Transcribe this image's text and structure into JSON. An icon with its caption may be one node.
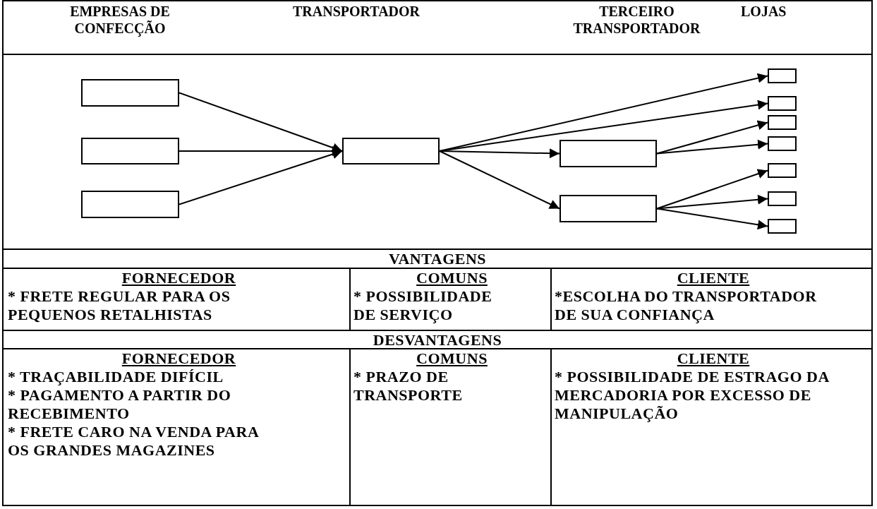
{
  "diagram": {
    "nodes": [
      {
        "text": [],
        "shape": "box"
      },
      {
        "text": [],
        "shape": "box"
      },
      {
        "text": [],
        "shape": "box"
      },
      {
        "text": [],
        "shape": "box"
      },
      {
        "text": [],
        "shape": "box"
      },
      {
        "text": [],
        "shape": "box"
      },
      {
        "text": [],
        "shape": "box"
      },
      {
        "text": [],
        "shape": "box"
      },
      {
        "text": [],
        "shape": "box"
      },
      {
        "text": [],
        "shape": "box"
      },
      {
        "text": [],
        "shape": "box"
      },
      {
        "text": [],
        "shape": "box"
      },
      {
        "text": [],
        "shape": "box"
      }
    ],
    "edges": [
      {
        "from": 0,
        "to": 3,
        "arrow": "to"
      },
      {
        "from": 1,
        "to": 3,
        "arrow": "to"
      },
      {
        "from": 2,
        "to": 3,
        "arrow": "to"
      },
      {
        "from": 3,
        "to": 6,
        "arrow": "to"
      },
      {
        "from": 3,
        "to": 7,
        "arrow": "to"
      },
      {
        "from": 3,
        "to": 4,
        "arrow": "to"
      },
      {
        "from": 3,
        "to": 5,
        "arrow": "to"
      },
      {
        "from": 4,
        "to": 8,
        "arrow": "to"
      },
      {
        "from": 4,
        "to": 9,
        "arrow": "to"
      },
      {
        "from": 5,
        "to": 10,
        "arrow": "to"
      },
      {
        "from": 5,
        "to": 11,
        "arrow": "to"
      },
      {
        "from": 5,
        "to": 12,
        "arrow": "to"
      }
    ],
    "labels": [
      "EMPRESAS DE CONFECÇÃO",
      "TRANSPORTADOR",
      "TERCEIRO TRANSPORTADOR",
      "LOJAS",
      "VANTAGENS",
      "FORNECEDOR",
      "* FRETE REGULAR PARA OS PEQUENOS RETALHISTAS",
      "COMUNS",
      "* POSSIBILIDADE DE SERVIÇO",
      "CLIENTE",
      "*ESCOLHA DO TRANSPORTADOR DE SUA CONFIANÇA",
      "DESVANTAGENS",
      "FORNECEDOR",
      "* TRAÇABILIDADE DIFÍCIL",
      "* PAGAMENTO A PARTIR DO RECEBIMENTO",
      "* FRETE CARO NA VENDA PARA OS GRANDES MAGAZINES",
      "COMUNS",
      "* PRAZO DE TRANSPORTE",
      "CLIENTE",
      "* POSSIBILIDADE DE ESTRAGO DA MERCADORIA POR EXCESSO DE MANIPULAÇÃO"
    ]
  }
}
